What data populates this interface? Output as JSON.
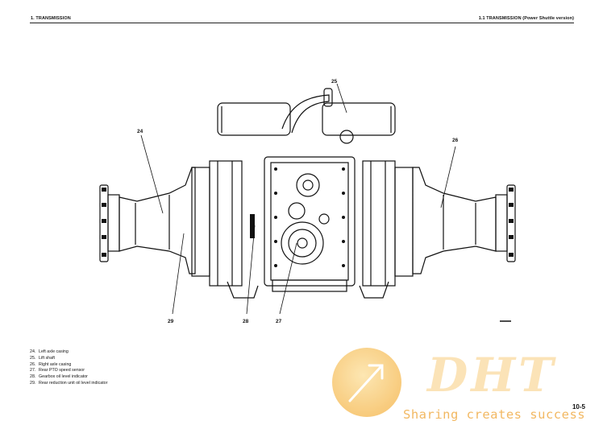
{
  "header": {
    "left": "1. TRANSMISSION",
    "right": "1.1 TRANSMISSION (Power Shuttle version)"
  },
  "callouts": {
    "c24": "24",
    "c25": "25",
    "c26": "26",
    "c27": "27",
    "c28": "28",
    "c29": "29"
  },
  "legend": [
    {
      "num": "24.",
      "text": "Left axle casing"
    },
    {
      "num": "25.",
      "text": "Lift shaft"
    },
    {
      "num": "26.",
      "text": "Right axle casing"
    },
    {
      "num": "27.",
      "text": "Rear PTO speed sensor"
    },
    {
      "num": "28.",
      "text": "Gearbox oil level indicator"
    },
    {
      "num": "29.",
      "text": "Rear reduction unit oil level indicator"
    }
  ],
  "page_number": "10-5",
  "watermark": {
    "logo": "DHT",
    "slogan": "Sharing creates success"
  }
}
